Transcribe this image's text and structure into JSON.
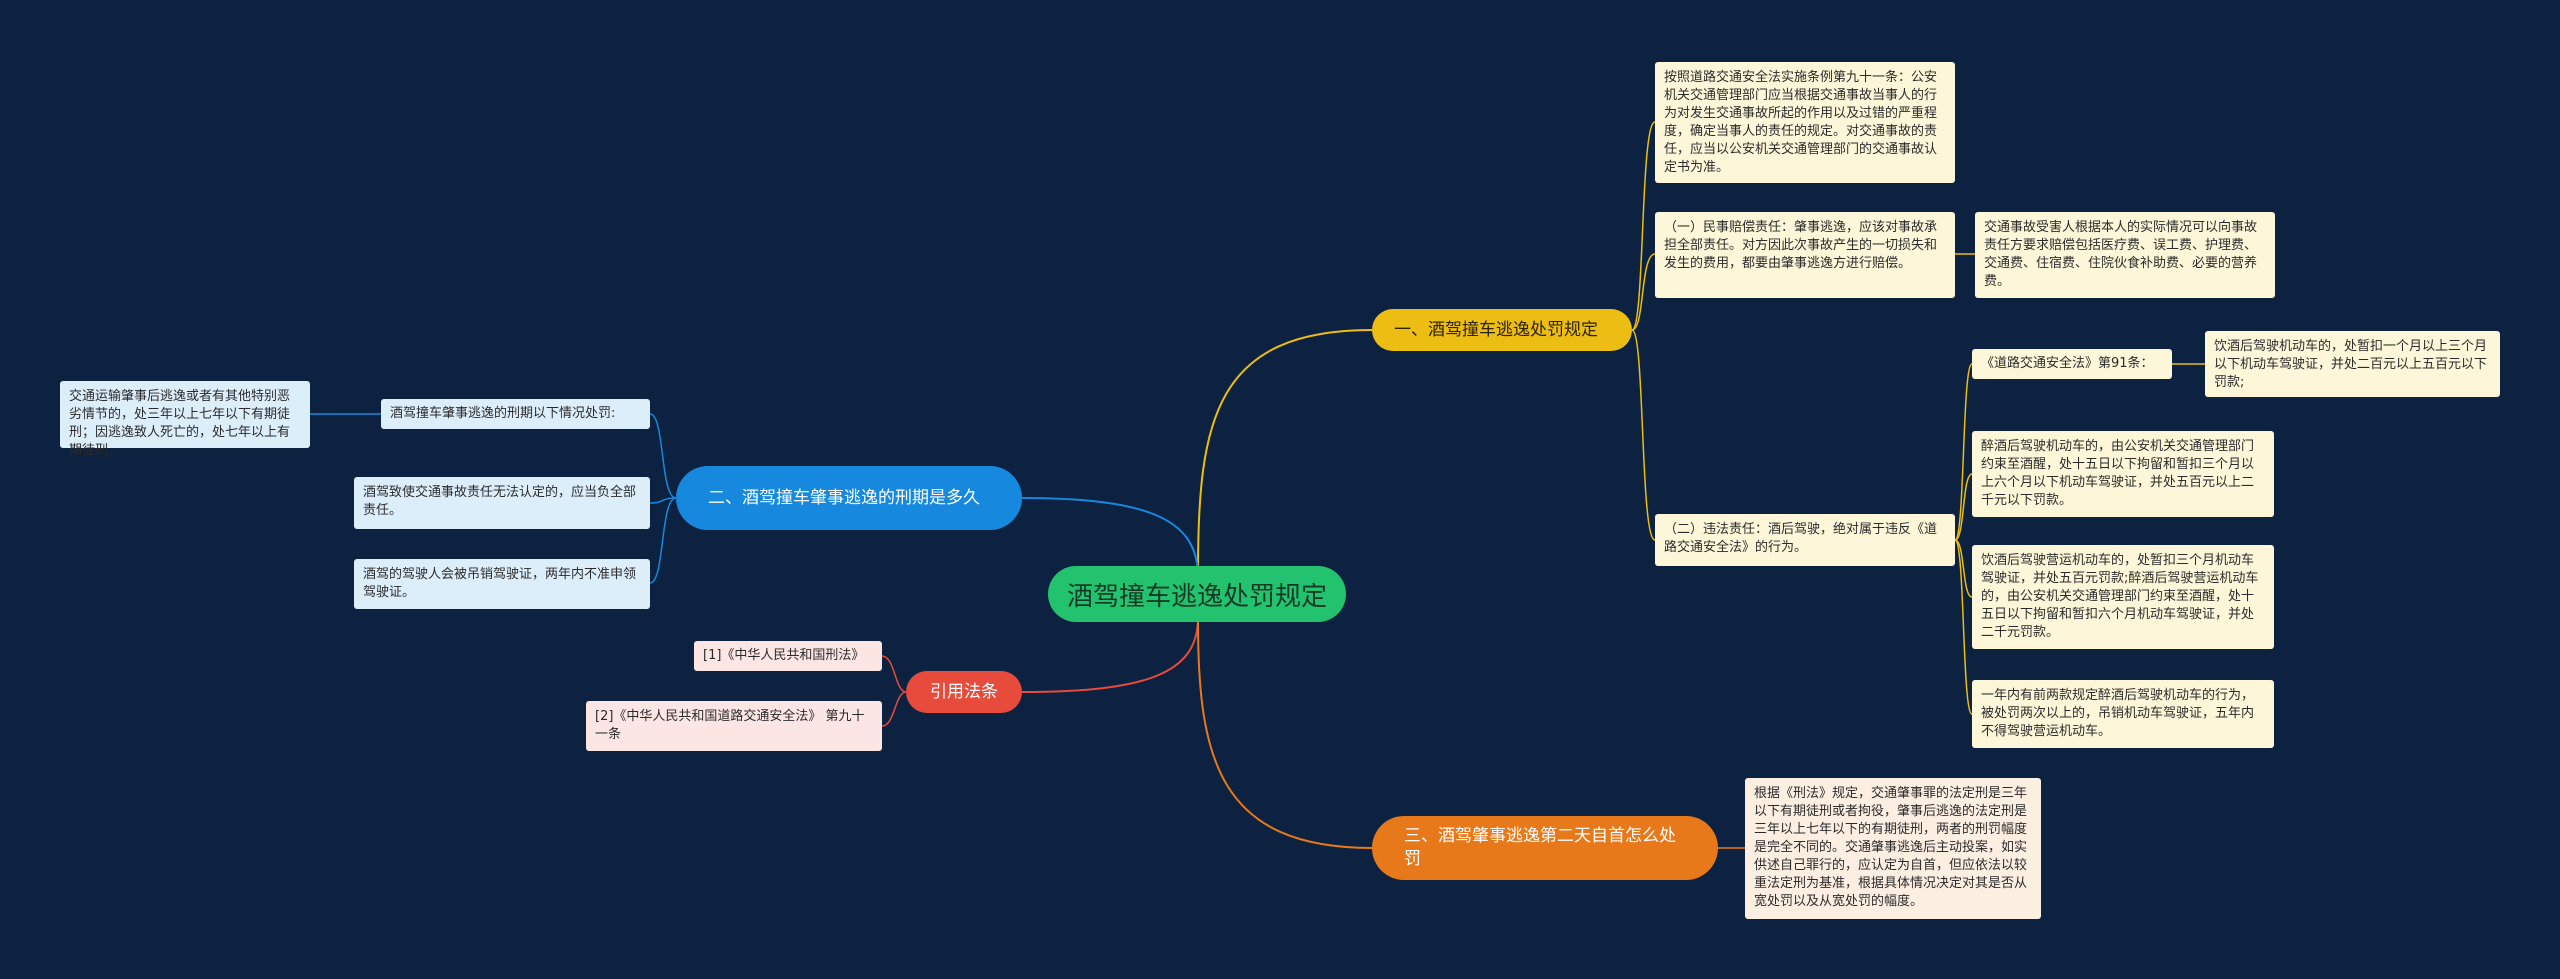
{
  "root": {
    "title": "酒驾撞车逃逸处罚规定"
  },
  "colors": {
    "background": "#0c2240",
    "root": "#23c26e",
    "branch1": "#ecbd12",
    "branch2": "#1689de",
    "branch3": "#e64b3b",
    "branch4": "#e8791a"
  },
  "branch1": {
    "title": "一、酒驾撞车逃逸处罚规定",
    "p1": "按照道路交通安全法实施条例第九十一条：公安机关交通管理部门应当根据交通事故当事人的行为对发生交通事故所起的作用以及过错的严重程度，确定当事人的责任的规定。对交通事故的责任，应当以公安机关交通管理部门的交通事故认定书为准。",
    "civil": "（一）民事赔偿责任：肇事逃逸，应该对事故承担全部责任。对方因此次事故产生的一切损失和发生的费用，都要由肇事逃逸方进行赔偿。",
    "civil_detail": "交通事故受害人根据本人的实际情况可以向事故责任方要求赔偿包括医疗费、误工费、护理费、交通费、住宿费、住院伙食补助费、必要的营养费。",
    "illegal": "（二）违法责任：酒后驾驶，绝对属于违反《道路交通安全法》的行为。",
    "law91": "《道路交通安全法》第91条：",
    "law91_detail": "饮酒后驾驶机动车的，处暂扣一个月以上三个月以下机动车驾驶证，并处二百元以上五百元以下罚款;",
    "drunk": "醉酒后驾驶机动车的，由公安机关交通管理部门约束至酒醒，处十五日以下拘留和暂扣三个月以上六个月以下机动车驾驶证，并处五百元以上二千元以下罚款。",
    "commercial": "饮酒后驾驶营运机动车的，处暂扣三个月机动车驾驶证，并处五百元罚款;醉酒后驾驶营运机动车的，由公安机关交通管理部门约束至酒醒，处十五日以下拘留和暂扣六个月机动车驾驶证，并处二千元罚款。",
    "repeat": "一年内有前两款规定醉酒后驾驶机动车的行为，被处罚两次以上的，吊销机动车驾驶证，五年内不得驾驶营运机动车。"
  },
  "branch2": {
    "title": "二、酒驾撞车肇事逃逸的刑期是多久",
    "penalty": "酒驾撞车肇事逃逸的刑期以下情况处罚:",
    "penalty_detail": "交通运输肇事后逃逸或者有其他特别恶劣情节的，处三年以上七年以下有期徒刑；因逃逸致人死亡的，处七年以上有期徒刑。",
    "full_resp": "酒驾致使交通事故责任无法认定的，应当负全部责任。",
    "revoke": "酒驾的驾驶人会被吊销驾驶证，两年内不准申领驾驶证。"
  },
  "branch3": {
    "title": "引用法条",
    "ref1": "[1]《中华人民共和国刑法》",
    "ref2": "[2]《中华人民共和国道路交通安全法》 第九十一条"
  },
  "branch4": {
    "title": "三、酒驾肇事逃逸第二天自首怎么处罚",
    "detail": "根据《刑法》规定，交通肇事罪的法定刑是三年以下有期徒刑或者拘役，肇事后逃逸的法定刑是三年以上七年以下的有期徒刑，两者的刑罚幅度是完全不同的。交通肇事逃逸后主动投案，如实供述自己罪行的，应认定为自首，但应依法以较重法定刑为基准，根据具体情况决定对其是否从宽处罚以及从宽处罚的幅度。"
  }
}
